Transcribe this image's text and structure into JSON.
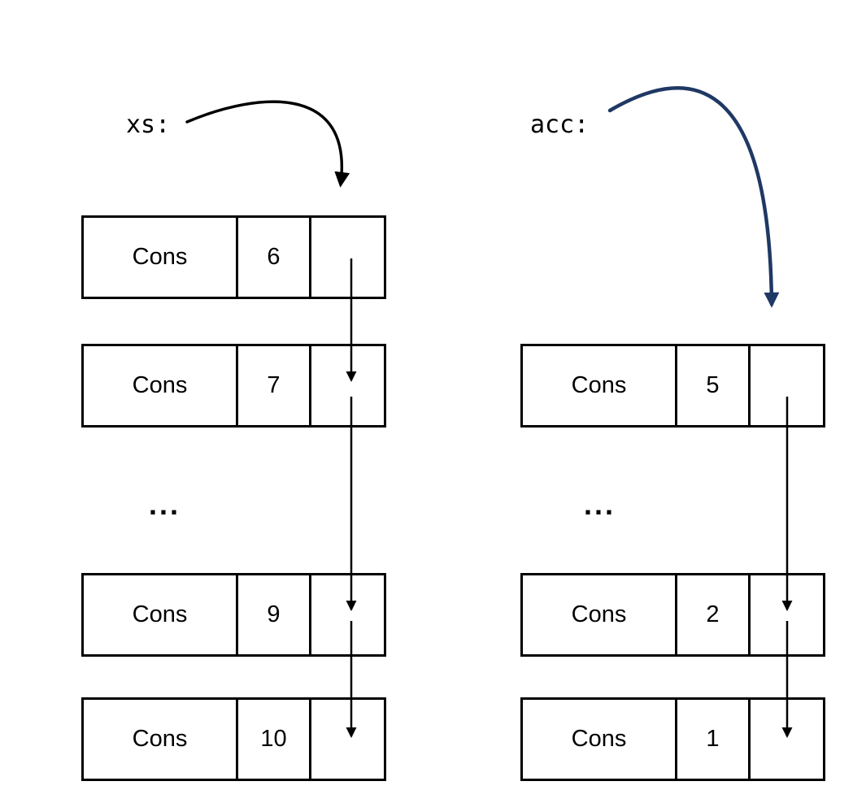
{
  "diagram": {
    "left": {
      "label": "xs:",
      "ellipsis": "...",
      "nodes": [
        {
          "tag": "Cons",
          "value": "6"
        },
        {
          "tag": "Cons",
          "value": "7"
        },
        {
          "tag": "Cons",
          "value": "9"
        },
        {
          "tag": "Cons",
          "value": "10"
        }
      ]
    },
    "right": {
      "label": "acc:",
      "ellipsis": "...",
      "nodes": [
        {
          "tag": "Cons",
          "value": "5"
        },
        {
          "tag": "Cons",
          "value": "2"
        },
        {
          "tag": "Cons",
          "value": "1"
        }
      ]
    },
    "colors": {
      "background": "#ffffff",
      "box_border": "#000000",
      "text": "#000000",
      "pointer_line": "#000000",
      "xs_arrow": "#000000",
      "acc_arrow": "#1f3864"
    }
  }
}
